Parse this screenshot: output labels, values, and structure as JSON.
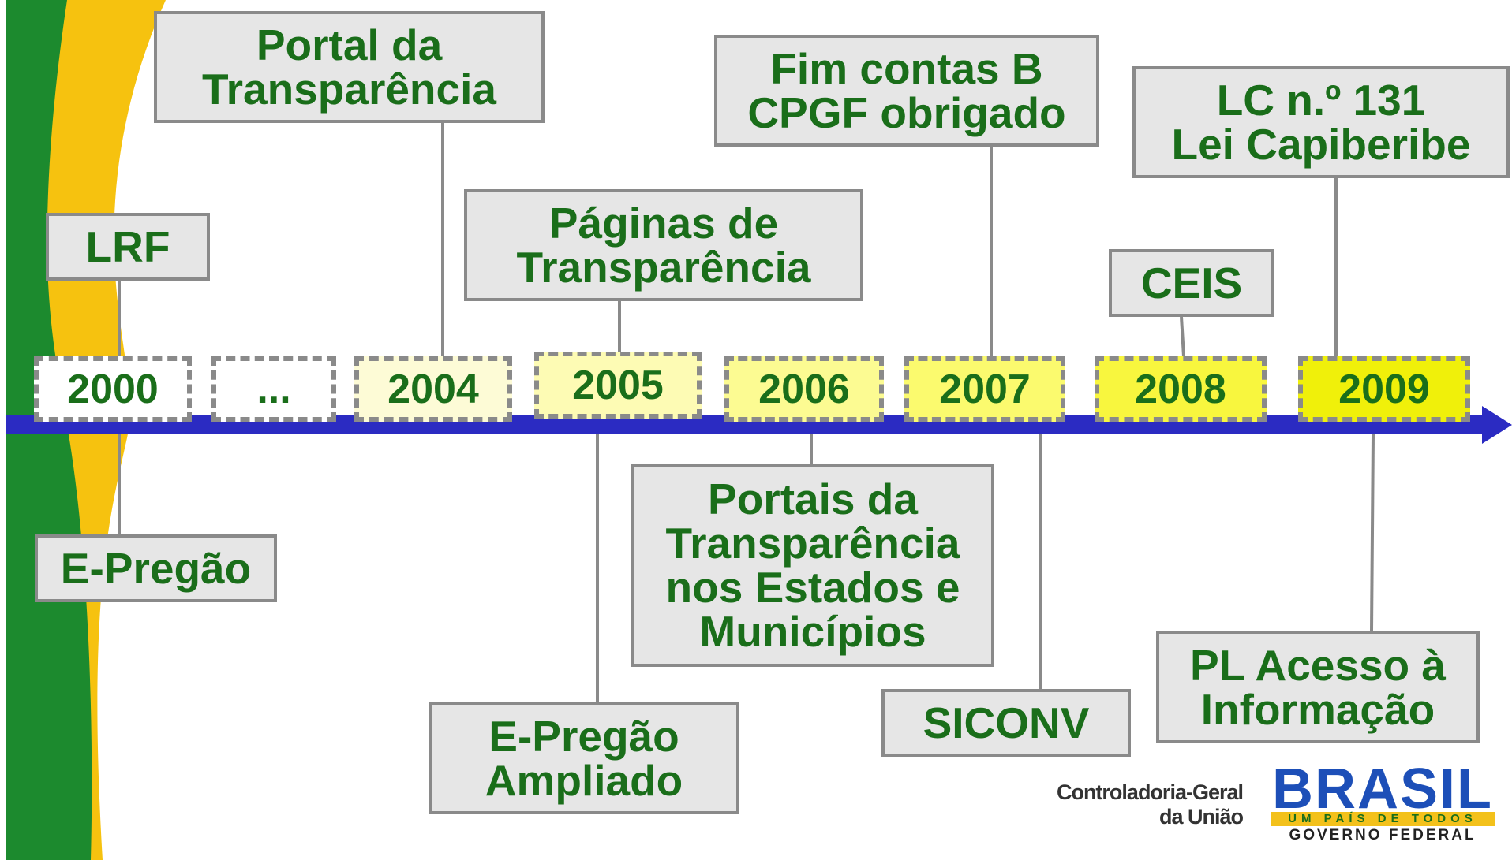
{
  "colors": {
    "text_green": "#1a6e1a",
    "box_fill": "#e6e6e6",
    "box_border": "#8a8a8a",
    "timeline_blue": "#2b2bc2",
    "flag_green": "#1c8a2e",
    "flag_yellow": "#f6c20f"
  },
  "years": [
    {
      "label": "2000",
      "fill": "#ffffff"
    },
    {
      "label": "...",
      "fill": "#ffffff"
    },
    {
      "label": "2004",
      "fill": "#fdfbd6"
    },
    {
      "label": "2005",
      "fill": "#fdfbb4"
    },
    {
      "label": "2006",
      "fill": "#fcfb92"
    },
    {
      "label": "2007",
      "fill": "#fbfa6e"
    },
    {
      "label": "2008",
      "fill": "#f8f63e"
    },
    {
      "label": "2009",
      "fill": "#f0f00a"
    }
  ],
  "events_above": [
    {
      "text": "Portal da\nTransparência",
      "year": "2004"
    },
    {
      "text": "LRF",
      "year": "2000"
    },
    {
      "text": "Páginas de\nTransparência",
      "year": "2005"
    },
    {
      "text": "Fim contas B\nCPGF obrigado",
      "year": "2007"
    },
    {
      "text": "LC n.º 131\nLei Capiberibe",
      "year": "2009"
    },
    {
      "text": "CEIS",
      "year": "2008"
    }
  ],
  "events_below": [
    {
      "text": "E-Pregão",
      "year": "2000"
    },
    {
      "text": "E-Pregão\nAmpliado",
      "year": "2005"
    },
    {
      "text": "Portais da\nTransparência\nnos Estados e\nMunicípios",
      "year": "2006"
    },
    {
      "text": "SICONV",
      "year": "2007"
    },
    {
      "text": "PL Acesso à\nInformação",
      "year": "2009"
    }
  ],
  "logos": {
    "cgu": "Controladoria-Geral\nda União",
    "brasil_word": "BRASIL",
    "brasil_tagline": "UM PAÍS DE TODOS",
    "brasil_gov": "GOVERNO FEDERAL"
  }
}
